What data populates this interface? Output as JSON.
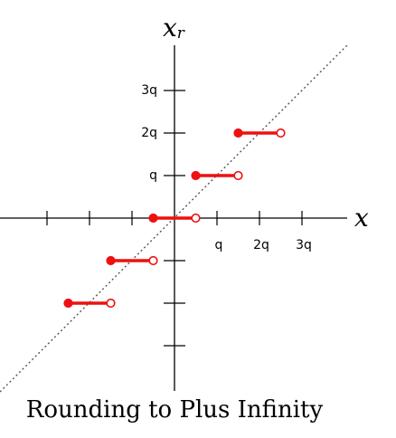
{
  "diagram": {
    "caption": "Rounding to Plus Infinity",
    "x_axis_label": "x",
    "y_axis_label": "x",
    "y_axis_label_sub": "r",
    "x_tick_labels": [
      "q",
      "2q",
      "3q"
    ],
    "y_tick_labels": [
      "q",
      "2q",
      "3q"
    ],
    "colors": {
      "steps": "#ee1111",
      "axes": "#000000",
      "identity": "#555555"
    }
  },
  "chart_data": {
    "type": "step",
    "title": "Rounding to Plus Infinity",
    "xlabel": "x",
    "ylabel": "x_r",
    "unit": "q",
    "x_ticks": [
      -3,
      -2,
      -1,
      1,
      2,
      3
    ],
    "y_ticks": [
      -3,
      -2,
      -1,
      1,
      2,
      3
    ],
    "xlim": [
      -4,
      4
    ],
    "ylim": [
      -4,
      4
    ],
    "identity_line": true,
    "segments": [
      {
        "x_start": -2.5,
        "x_end": -1.5,
        "y": -2,
        "start_closed": true,
        "end_closed": false
      },
      {
        "x_start": -1.5,
        "x_end": -0.5,
        "y": -1,
        "start_closed": true,
        "end_closed": false
      },
      {
        "x_start": -0.5,
        "x_end": 0.5,
        "y": 0,
        "start_closed": true,
        "end_closed": false
      },
      {
        "x_start": 0.5,
        "x_end": 1.5,
        "y": 1,
        "start_closed": true,
        "end_closed": false
      },
      {
        "x_start": 1.5,
        "x_end": 2.5,
        "y": 2,
        "start_closed": true,
        "end_closed": false
      }
    ]
  }
}
